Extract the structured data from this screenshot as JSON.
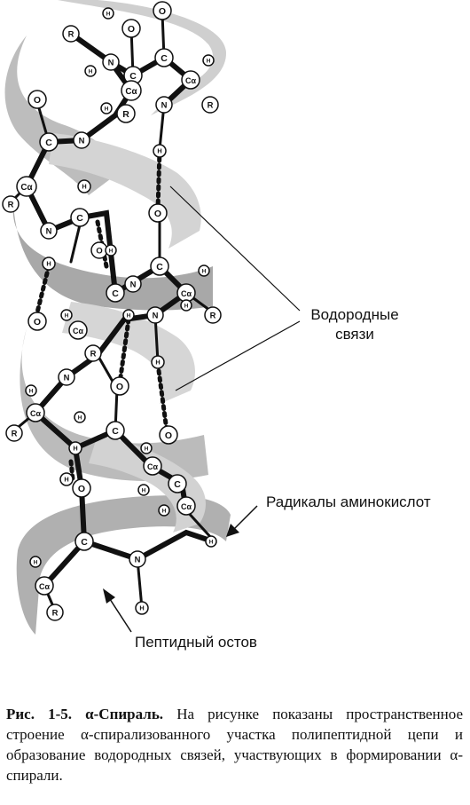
{
  "labels": {
    "hbonds_line1": "Водородные",
    "hbonds_line2": "связи",
    "radicals": "Радикалы аминокислот",
    "backbone": "Пептидный остов"
  },
  "caption": {
    "prefix": "Рис. 1-5. α-Спираль.",
    "text": " На рисунке показаны пространственное строение α-спирализованного участка полипептидной цепи и образование водородных связей, участвующих в формировании α-спирали."
  },
  "atoms": {
    "C": "C",
    "O": "O",
    "N": "N",
    "H": "H",
    "R": "R",
    "Ca": "Cα"
  },
  "colors": {
    "ribbon_light": "#cfcfcf",
    "ribbon_dark": "#9a9a9a",
    "bond": "#111111",
    "atom_fill": "#ffffff"
  }
}
